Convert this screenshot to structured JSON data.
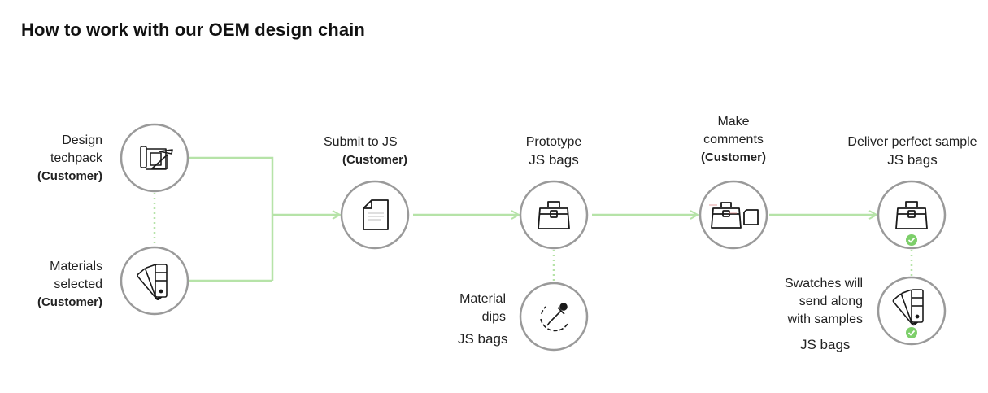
{
  "title": "How to work with our OEM design chain",
  "colors": {
    "connector": "#b6e3a8",
    "circle_stroke": "#9a9a9a",
    "icon_stroke": "#1a1a1a",
    "check": "#7dcf6a"
  },
  "nodes": {
    "design_techpack": {
      "line1": "Design",
      "line2": "techpack",
      "actor": "(Customer)",
      "icon": "blueprint-icon"
    },
    "materials_selected": {
      "line1": "Materials",
      "line2": "selected",
      "actor": "(Customer)",
      "icon": "swatch-fan-icon"
    },
    "submit": {
      "line1": "Submit to JS",
      "actor": "(Customer)",
      "icon": "document-icon"
    },
    "prototype": {
      "line1": "Prototype",
      "line2": "JS bags",
      "icon": "handbag-icon"
    },
    "material_dips": {
      "line1": "Material",
      "line2": "dips",
      "line3": "JS bags",
      "icon": "dropper-icon"
    },
    "make_comments": {
      "line1": "Make",
      "line2": "comments",
      "actor": "(Customer)",
      "icon": "handbag-comment-icon"
    },
    "deliver": {
      "line1": "Deliver perfect sample",
      "line2": "JS bags",
      "icon": "handbag-check-icon"
    },
    "swatches": {
      "line1": "Swatches will",
      "line2": "send along",
      "line3": "with samples",
      "line4": "JS bags",
      "icon": "swatch-fan-check-icon"
    }
  }
}
